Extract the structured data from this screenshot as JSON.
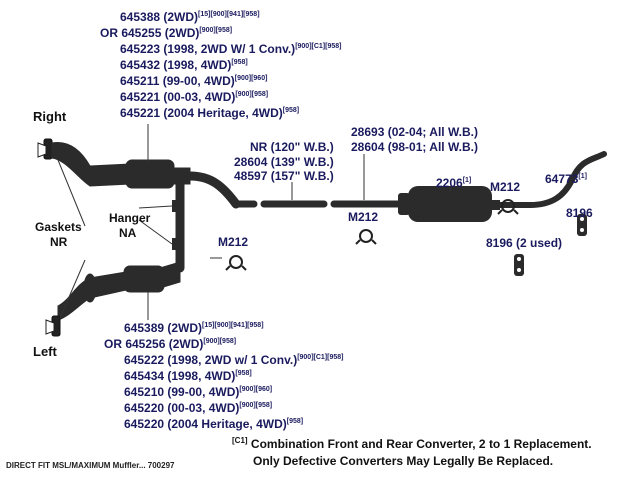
{
  "labels": {
    "right": "Right",
    "left": "Left",
    "gaskets": "Gaskets",
    "gaskets_nr": "NR",
    "hanger": "Hanger",
    "hanger_na": "NA",
    "m212_a": "M212",
    "m212_b": "M212",
    "m212_c": "M212",
    "pipe_nr": "NR (120\" W.B.)",
    "pipe_28604": "28604 (139\" W.B.)",
    "pipe_48597": "48597 (157\" W.B.)",
    "pipe_28693": "28693 (02-04; All W.B.)",
    "pipe_28604b": "28604 (98-01; All W.B.)",
    "muffler": "2206",
    "muffler_sup": "[1]",
    "tail_pipe": "64773",
    "tail_sup": "[1]",
    "hanger_8196": "8196",
    "hanger_8196_used": "8196 (2 used)"
  },
  "right_parts": [
    {
      "text": "645388 (2WD)",
      "sup": "[15][900][941][958]"
    },
    {
      "text": "OR 645255 (2WD)",
      "sup": "[900][958]"
    },
    {
      "text": "645223 (1998, 2WD W/ 1 Conv.)",
      "sup": "[900][C1][958]"
    },
    {
      "text": "645432 (1998, 4WD)",
      "sup": "[958]"
    },
    {
      "text": "645211 (99-00, 4WD)",
      "sup": "[900][960]"
    },
    {
      "text": "645221 (00-03, 4WD)",
      "sup": "[900][958]"
    },
    {
      "text": "645221 (2004 Heritage, 4WD)",
      "sup": "[958]"
    }
  ],
  "left_parts": [
    {
      "text": "645389 (2WD)",
      "sup": "[15][900][941][958]"
    },
    {
      "text": "OR 645256 (2WD)",
      "sup": "[900][958]"
    },
    {
      "text": "645222 (1998, 2WD w/ 1 Conv.)",
      "sup": "[900][C1][958]"
    },
    {
      "text": "645434 (1998, 4WD)",
      "sup": "[958]"
    },
    {
      "text": "645210 (99-00, 4WD)",
      "sup": "[900][960]"
    },
    {
      "text": "645220 (00-03, 4WD)",
      "sup": "[900][958]"
    },
    {
      "text": "645220 (2004 Heritage, 4WD)",
      "sup": "[958]"
    }
  ],
  "note": {
    "code": "[C1]",
    "line1": "Combination Front and Rear Converter, 2 to 1 Replacement.",
    "line2": "Only Defective Converters May Legally Be Replaced."
  },
  "footer": "DIRECT FIT MSL/MAXIMUM Muffler... 700297"
}
